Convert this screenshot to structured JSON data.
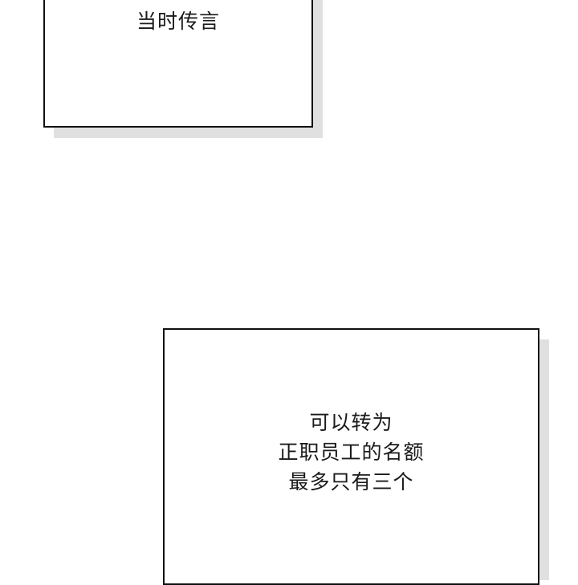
{
  "panel": {
    "background_color": "#ffffff",
    "border_color": "#111111",
    "shadow_color": "#e0e0e0"
  },
  "captions": [
    {
      "lines": [
        "当时传言"
      ]
    },
    {
      "lines": [
        "可以转为",
        "正职员工的名额",
        "最多只有三个"
      ]
    }
  ]
}
